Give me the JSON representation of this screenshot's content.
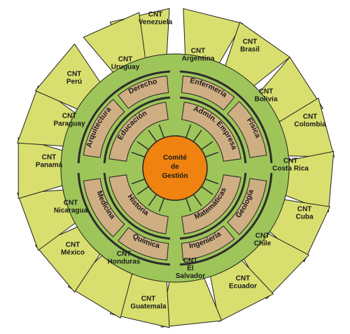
{
  "colors": {
    "triangle_fill": "#d9df6e",
    "green_ring": "#9ec55a",
    "band_stroke": "#2d2d2d",
    "segment_fill": "#cfae84",
    "hub_fill": "#f0820f",
    "outline": "#222222"
  },
  "hub": {
    "line1": "Comité",
    "line2": "de",
    "line3": "Gestión"
  },
  "segments": [
    {
      "id": "derecho",
      "text": "Derecho",
      "ring": "outer"
    },
    {
      "id": "arquitectura",
      "text": "Arquitectura",
      "ring": "outer"
    },
    {
      "id": "educacion",
      "text": "Educación",
      "ring": "inner"
    },
    {
      "id": "enfermeria",
      "text": "Enfermería",
      "ring": "outer"
    },
    {
      "id": "fisica",
      "text": "Física",
      "ring": "outer"
    },
    {
      "id": "admin-empresa",
      "text": "Admin. Empresa",
      "ring": "inner"
    },
    {
      "id": "medicina",
      "text": "Medicina",
      "ring": "outer"
    },
    {
      "id": "quimica",
      "text": "Química",
      "ring": "outer"
    },
    {
      "id": "historia",
      "text": "Historia",
      "ring": "inner"
    },
    {
      "id": "geologia",
      "text": "Geología",
      "ring": "outer"
    },
    {
      "id": "ingenieria",
      "text": "Ingeniería",
      "ring": "outer"
    },
    {
      "id": "matematicas",
      "text": "Matemáticas",
      "ring": "inner"
    }
  ],
  "countries": [
    {
      "line1": "CNT",
      "line2": "Venezuela",
      "line3": ""
    },
    {
      "line1": "CNT",
      "line2": "Argentina",
      "line3": ""
    },
    {
      "line1": "CNT",
      "line2": "Brasil",
      "line3": ""
    },
    {
      "line1": "CNT",
      "line2": "Bolivia",
      "line3": ""
    },
    {
      "line1": "CNT",
      "line2": "Colombia",
      "line3": ""
    },
    {
      "line1": "CNT",
      "line2": "Costa Rica",
      "line3": ""
    },
    {
      "line1": "CNT",
      "line2": "Cuba",
      "line3": ""
    },
    {
      "line1": "CNT",
      "line2": "Chile",
      "line3": ""
    },
    {
      "line1": "CNT",
      "line2": "Ecuador",
      "line3": ""
    },
    {
      "line1": "CNT",
      "line2": "El",
      "line3": "Salvador"
    },
    {
      "line1": "CNT",
      "line2": "Guatemala",
      "line3": ""
    },
    {
      "line1": "CNT",
      "line2": "Honduras",
      "line3": ""
    },
    {
      "line1": "CNT",
      "line2": "México",
      "line3": ""
    },
    {
      "line1": "CNT",
      "line2": "Nicaragua",
      "line3": ""
    },
    {
      "line1": "CNT",
      "line2": "Panamá",
      "line3": ""
    },
    {
      "line1": "CNT",
      "line2": "Paraguay",
      "line3": ""
    },
    {
      "line1": "CNT",
      "line2": "Perú",
      "line3": ""
    },
    {
      "line1": "CNT",
      "line2": "Uruguay",
      "line3": ""
    }
  ]
}
